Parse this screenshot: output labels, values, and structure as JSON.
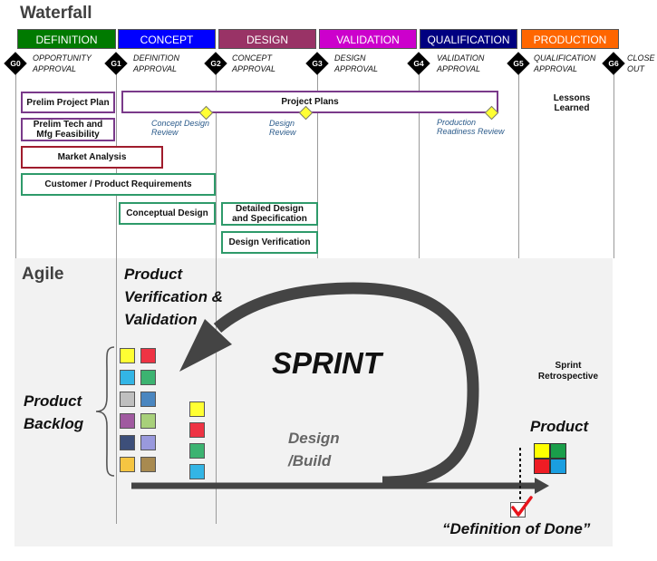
{
  "waterfall": {
    "title": "Waterfall",
    "phases": [
      {
        "label": "DEFINITION",
        "color": "#007a00"
      },
      {
        "label": "CONCEPT",
        "color": "#0000ff"
      },
      {
        "label": "DESIGN",
        "color": "#993366"
      },
      {
        "label": "VALIDATION",
        "color": "#cc00cc"
      },
      {
        "label": "QUALIFICATION",
        "color": "#000080"
      },
      {
        "label": "PRODUCTION",
        "color": "#ff6600"
      }
    ],
    "gates": [
      {
        "id": "G0",
        "line1": "OPPORTUNITY",
        "line2": "APPROVAL"
      },
      {
        "id": "G1",
        "line1": "DEFINITION",
        "line2": "APPROVAL"
      },
      {
        "id": "G2",
        "line1": "CONCEPT",
        "line2": "APPROVAL"
      },
      {
        "id": "G3",
        "line1": "DESIGN",
        "line2": "APPROVAL"
      },
      {
        "id": "G4",
        "line1": "VALIDATION",
        "line2": "APPROVAL"
      },
      {
        "id": "G5",
        "line1": "QUALIFICATION",
        "line2": "APPROVAL"
      },
      {
        "id": "G6",
        "line1": "CLOSE",
        "line2": "OUT"
      }
    ],
    "activities": {
      "prelim_project_plan": "Prelim Project Plan",
      "project_plans": "Project Plans",
      "prelim_tech_line1": "Prelim Tech and",
      "prelim_tech_line2": "Mfg Feasibility",
      "market_analysis": "Market Analysis",
      "customer_requirements": "Customer / Product Requirements",
      "conceptual_design": "Conceptual Design",
      "detailed_design_line1": "Detailed Design",
      "detailed_design_line2": "and Specification",
      "design_verification": "Design Verification",
      "lessons_line1": "Lessons",
      "lessons_line2": "Learned"
    },
    "reviews": {
      "concept_line1": "Concept Design",
      "concept_line2": "Review",
      "design_line1": "Design",
      "design_line2": "Review",
      "production_line1": "Production",
      "production_line2": "Readiness Review"
    }
  },
  "agile": {
    "title": "Agile",
    "pvv_line1": "Product",
    "pvv_line2": "Verification &",
    "pvv_line3": "Validation",
    "sprint": "SPRINT",
    "backlog_line1": "Product",
    "backlog_line2": "Backlog",
    "design_build_line1": "Design",
    "design_build_line2": "/Build",
    "retro_line1": "Sprint",
    "retro_line2": "Retrospective",
    "product": "Product",
    "definition_of_done": "“Definition of Done”",
    "backlog_colors_left": [
      "#ffff33",
      "#33b5e5",
      "#bfbfbf",
      "#a05aa0",
      "#3d4f7a",
      "#f5c542"
    ],
    "backlog_colors_right": [
      "#ee3344",
      "#3cb371",
      "#4a86c0",
      "#a8d07a",
      "#9999dd",
      "#a88a50"
    ],
    "sprint_colors": [
      "#ffff33",
      "#ee3344",
      "#3cb371",
      "#33b5e5"
    ],
    "product_colors": [
      "#ffff00",
      "#1a9e4a",
      "#ee1c24",
      "#1a9ee0"
    ]
  }
}
